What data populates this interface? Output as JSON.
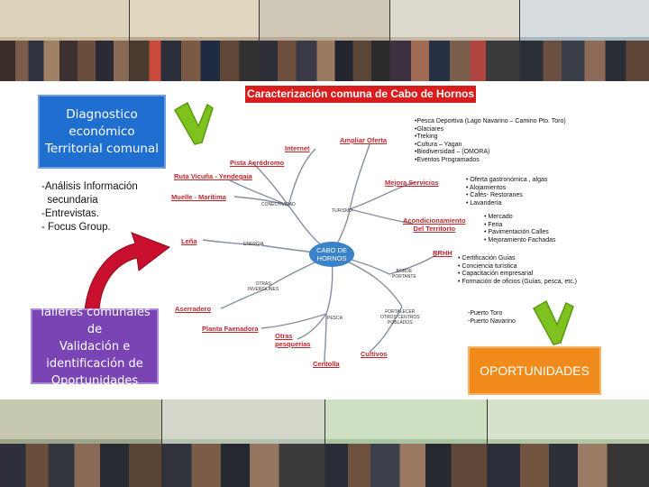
{
  "diag_box": {
    "line1": "Diagnostico",
    "line2": "económico",
    "line3": "Territorial comunal"
  },
  "bullets": [
    "-Análisis Información",
    "  secundaria",
    "-Entrevistas.",
    "- Focus Group."
  ],
  "talleres_box": {
    "line1": "Talleres comunales de",
    "line2": "Validación e",
    "line3": "identificación de",
    "line4": "Oportunidades"
  },
  "oportunidades_box": "OPORTUNIDADES",
  "map": {
    "title": "Caracterización comuna de Cabo de Hornos",
    "center": {
      "line1": "CABO DE",
      "line2": "HORNOS"
    },
    "nodes": {
      "conectividad": "CONECTIVIDAD",
      "turismo": "TURISMO",
      "energia": "ENERGIA",
      "otras_inversiones_1": "OTRAS",
      "otras_inversiones_2": "INVERSIONES",
      "pesca": "PESCA",
      "borde_1": "BORDE",
      "borde_2": "PORTANTE",
      "fortalecer_1": "FORTALECER",
      "fortalecer_2": "OTROS CENTROS",
      "fortalecer_3": "POBLADOS"
    },
    "labels": {
      "internet": "Internet",
      "ampliar_oferta": "Ampliar Oferta",
      "pista_aerodromo": "Pista Aeródromo",
      "ruta_vicuna": "Ruta Vicuña - Yendegaia",
      "muelle_maritima": "Muelle - Marítima",
      "mejora_servicios": "Mejora Servicios",
      "acondicionamiento_1": "Acondicionamiento",
      "acondicionamiento_2": "Del Territorio",
      "lena": "Leña",
      "rrhh": "RRHH",
      "aserradero": "Aserradero",
      "planta_faenadora": "Planta Faenadora",
      "otras_pesquerias_1": "Otras",
      "otras_pesquerias_2": "pesquerías",
      "cultivos": "Cultivos",
      "centolla": "Centolla"
    },
    "lists": {
      "turismo": [
        "•Pesca Deportiva (Lago Navarino – Camino Pto. Toro)",
        "•Glaciares",
        "•Treking",
        "•Cultura – Yagan",
        "•Biodiversidad – (OMORA)",
        "•Eventos Programados"
      ],
      "servicios": [
        "• Oferta gastronómica , algas",
        "• Alojamientos",
        "• Cafés- Restoranes",
        "• Lavandería"
      ],
      "territorio": [
        "• Mercado",
        "• Feria",
        "• Pavimentación Calles",
        "• Mejoramiento Fachadas"
      ],
      "rrhh": [
        "• Certificación Guías",
        "• Conciencia turística",
        "• Capacitación empresarial",
        "• Formación de oficios (Guías, pesca, etc.)"
      ],
      "puertos": [
        "-Puerto Toro",
        "-Puerto Navarino"
      ]
    }
  },
  "colors": {
    "diag": "#1f6fd0",
    "talleres": "#7a44b5",
    "oportunidades": "#f08a1a",
    "title_bar": "#d91c1c",
    "arrow_green": "#7fc21f",
    "arrow_red": "#c8102e",
    "center": "#3a83c8"
  },
  "icons": {
    "arrow_1": "green-arrow-icon",
    "arrow_2": "red-curved-arrow-icon",
    "arrow_3": "green-arrow-icon"
  }
}
